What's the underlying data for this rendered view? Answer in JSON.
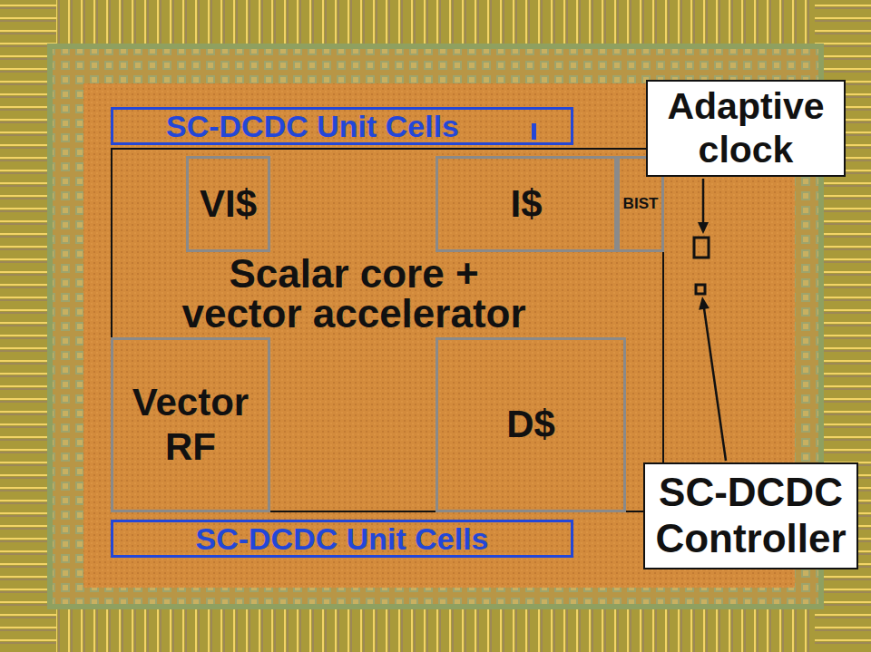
{
  "diagram": {
    "nodes": [
      {
        "text": [
          "SC-DCDC Unit Cells"
        ]
      },
      {
        "text": [
          "Scalar core + vector accelerator"
        ]
      },
      {
        "text": [
          "VI$"
        ],
        "in": 1
      },
      {
        "text": [
          "I$"
        ],
        "in": 1
      },
      {
        "text": [
          "BIST"
        ],
        "in": 1
      },
      {
        "text": [
          "Vector RF"
        ],
        "in": 1
      },
      {
        "text": [
          "D$"
        ],
        "in": 1
      },
      {
        "text": [
          "SC-DCDC Unit Cells"
        ]
      },
      {
        "text": [
          "Adaptive clock"
        ]
      },
      {
        "text": [
          "SC-DCDC Controller"
        ]
      }
    ]
  }
}
